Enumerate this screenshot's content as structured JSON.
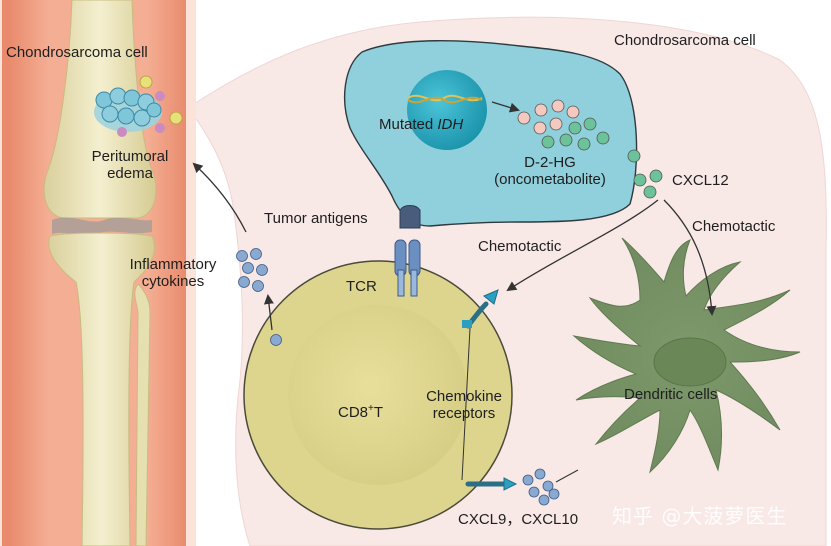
{
  "labels": {
    "inset_title": "Chondrosarcoma cell",
    "main_title": "Chondrosarcoma cell",
    "peritumoral_edema": [
      "Peritumoral",
      "edema"
    ],
    "mutated_idh_prefix": "Mutated ",
    "mutated_idh_gene": "IDH",
    "d2hg": [
      "D-2-HG",
      "(oncometabolite)"
    ],
    "cxcl12": "CXCL12",
    "tumor_antigens": "Tumor antigens",
    "chemotactic_left": "Chemotactic",
    "chemotactic_right": "Chemotactic",
    "inflammatory_cytokines": [
      "Inflammatory",
      "cytokines"
    ],
    "tcr": "TCR",
    "cd8t_base": "CD8",
    "cd8t_sup": "+",
    "cd8t_tail": "T",
    "chemokine_receptors": [
      "Chemokine",
      "receptors"
    ],
    "dendritic_cells": "Dendritic cells",
    "cxcl9_cxcl10": "CXCL9，CXCL10"
  },
  "watermark": "知乎 @大菠萝医生",
  "colors": {
    "skin": "#f2a98a",
    "bone": "#e8e2b4",
    "tumor_cell": "#8fd0dc",
    "nucleus": "#1fa3bd",
    "t_cell": "#ddd58e",
    "dendritic": "#7f9a6e",
    "cytokine": "#8aa9d0",
    "cxcl12_dot": "#6cc39a",
    "receptor": "#2a9fbf",
    "background_tissue": "#f8e8e6"
  }
}
